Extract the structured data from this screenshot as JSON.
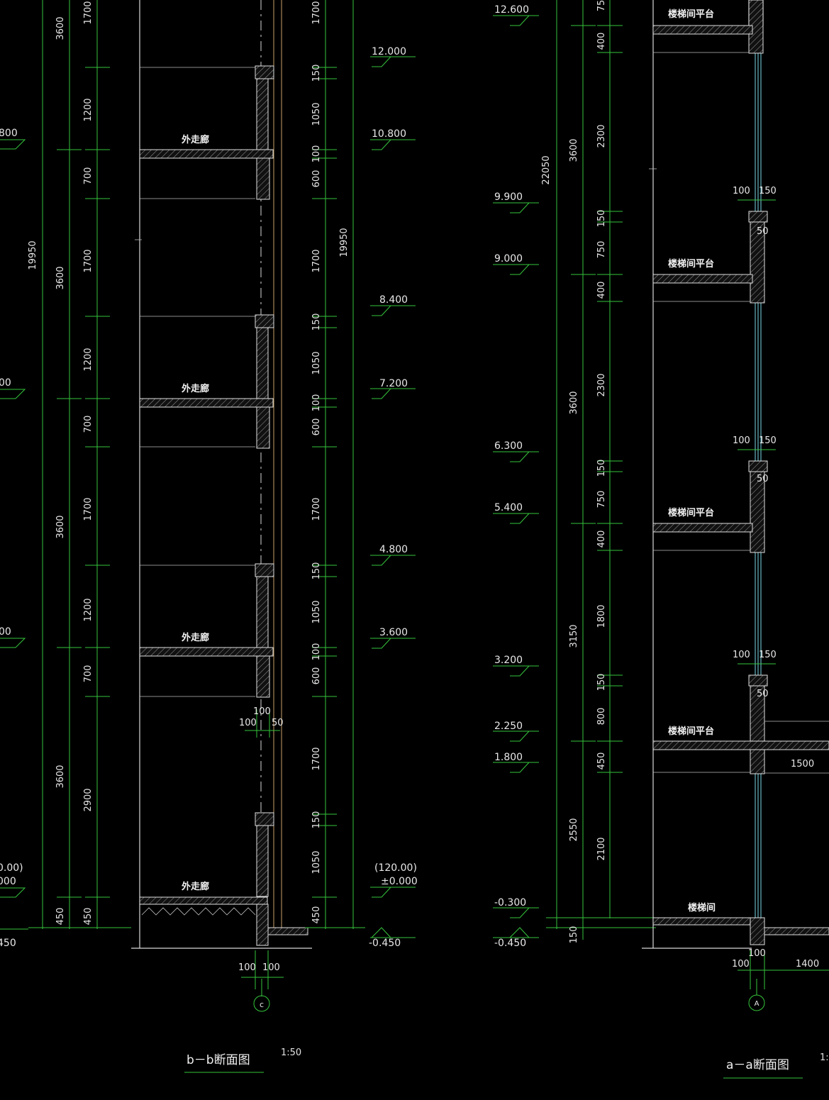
{
  "colors": {
    "background": "#000000",
    "dimension_lines": "#35c43c",
    "walls": "#d8d8d8",
    "glazing": "#7ad8e8",
    "text": "#e8e8e8"
  },
  "section_bb": {
    "title": "b－b断面图",
    "scale": "1:50",
    "grid_axis": "c",
    "left_edge_levels": [
      "800",
      "00",
      "00",
      "0.00)",
      "000",
      "450"
    ],
    "outer_dims": [
      "3600",
      "3600",
      "3600",
      "3600",
      "450"
    ],
    "overall_dim": "19950",
    "inner_dims": [
      "1700",
      "1200",
      "700",
      "1700",
      "1200",
      "700",
      "1700",
      "1200",
      "700",
      "2900",
      "450"
    ],
    "right_dims": [
      "1700",
      "150",
      "1050",
      "100",
      "600",
      "1700",
      "150",
      "1050",
      "100",
      "600",
      "1700",
      "150",
      "1050",
      "100",
      "600",
      "1700",
      "150",
      "1050",
      "450"
    ],
    "right_overall_dim": "19950",
    "floor_labels": [
      "外走廊",
      "外走廊",
      "外走廊",
      "外走廊"
    ],
    "levels": [
      "12.000",
      "10.800",
      "8.400",
      "7.200",
      "4.800",
      "3.600",
      "(120.00)",
      "±0.000",
      "-0.450"
    ],
    "detail_dims": {
      "top_100": "100",
      "left_100": "100",
      "right_50": "50",
      "bottom_left_100": "100",
      "bottom_right_100": "100"
    }
  },
  "section_aa": {
    "title": "a－a断面图",
    "scale": "1:",
    "grid_axis": "A",
    "levels": [
      "12.600",
      "9.900",
      "9.000",
      "6.300",
      "5.400",
      "3.200",
      "2.250",
      "1.800",
      "-0.300",
      "-0.450"
    ],
    "overall_dim": "22050",
    "outer_dims": [
      "3600",
      "3600",
      "3150",
      "2550",
      "150"
    ],
    "inner_dims": [
      "75",
      "400",
      "2300",
      "150",
      "750",
      "400",
      "2300",
      "150",
      "750",
      "400",
      "1800",
      "150",
      "800",
      "450",
      "2100"
    ],
    "floor_labels": [
      "楼梯间平台",
      "楼梯间平台",
      "楼梯间平台",
      "楼梯间平台",
      "楼梯间"
    ],
    "window_dims": [
      {
        "left": "100",
        "right": "150",
        "bottom": "50"
      },
      {
        "left": "100",
        "right": "150",
        "bottom": "50"
      },
      {
        "left": "100",
        "right": "150",
        "bottom": "50"
      }
    ],
    "detail_dims": {
      "span": "1500",
      "bottom_100": "100",
      "bottom_left_100": "100",
      "bottom_span": "1400"
    }
  }
}
